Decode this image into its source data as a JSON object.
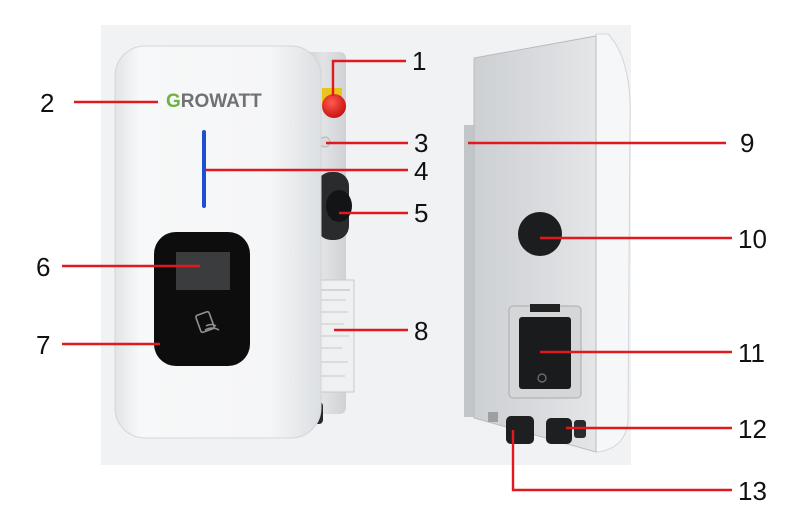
{
  "brand": {
    "initial": "G",
    "rest": "ROWATT"
  },
  "callouts": [
    {
      "id": "1",
      "label": "1"
    },
    {
      "id": "2",
      "label": "2"
    },
    {
      "id": "3",
      "label": "3"
    },
    {
      "id": "4",
      "label": "4"
    },
    {
      "id": "5",
      "label": "5"
    },
    {
      "id": "6",
      "label": "6"
    },
    {
      "id": "7",
      "label": "7"
    },
    {
      "id": "8",
      "label": "8"
    },
    {
      "id": "9",
      "label": "9"
    },
    {
      "id": "10",
      "label": "10"
    },
    {
      "id": "11",
      "label": "11"
    },
    {
      "id": "12",
      "label": "12"
    },
    {
      "id": "13",
      "label": "13"
    }
  ],
  "colors": {
    "leader_line": "#e0191f",
    "brand_green": "#6db33f",
    "brand_gray": "#6f7172",
    "indicator_blue": "#1f4fd1",
    "emergency_stop": "#e11b1b"
  },
  "icons": [
    "rfid-card-icon"
  ]
}
